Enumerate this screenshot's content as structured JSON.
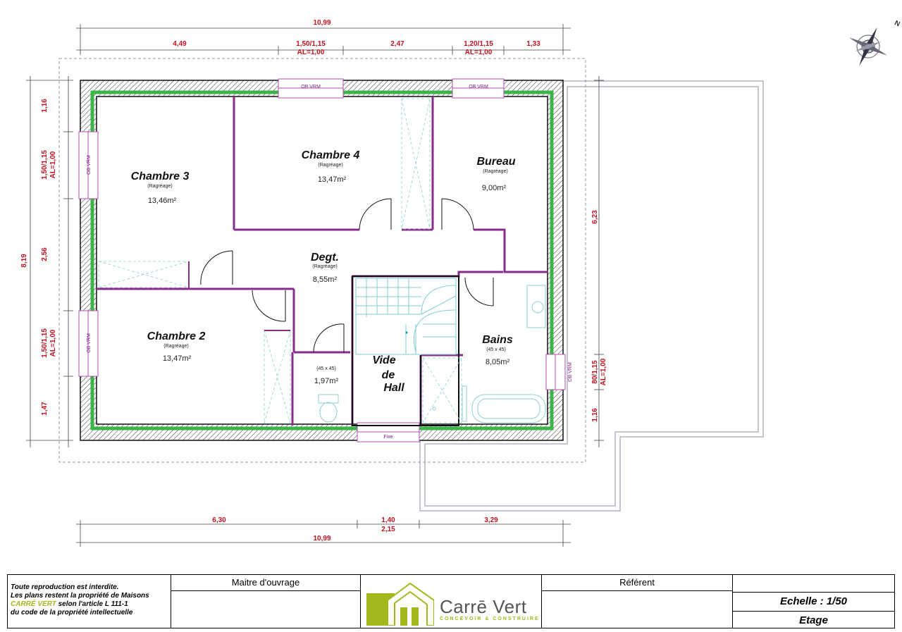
{
  "dimensions": {
    "top_total": "10,99",
    "top_segments": [
      "4,49",
      "1,50/1,15",
      "2,47",
      "1,20/1,15",
      "1,33"
    ],
    "top_al": [
      "AL=1,00",
      "AL=1,00"
    ],
    "left_total": "8,19",
    "left_segments": [
      "1,16",
      "1,50/1,15",
      "2,56",
      "1,50/1,15",
      "1,47"
    ],
    "left_al": [
      "AL=1,00",
      "AL=1,00"
    ],
    "right_segments": [
      "6,23",
      "80/1,15",
      "1,16"
    ],
    "right_al": "AL=1,00",
    "bottom_segments": [
      "6,30",
      "1,40",
      "3,29"
    ],
    "bottom_sub": "2,15",
    "bottom_total": "10,99"
  },
  "rooms": {
    "chambre3": {
      "name": "Chambre 3",
      "finish": "(Ragréage)",
      "area": "13,46m²"
    },
    "chambre4": {
      "name": "Chambre 4",
      "finish": "(Ragréage)",
      "area": "13,47m²"
    },
    "bureau": {
      "name": "Bureau",
      "finish": "(Ragréage)",
      "area": "9,00m²"
    },
    "degt": {
      "name": "Degt.",
      "finish": "(Ragréage)",
      "area": "8,55m²"
    },
    "chambre2": {
      "name": "Chambre 2",
      "finish": "(Ragréage)",
      "area": "13,47m²"
    },
    "wc": {
      "size": "(45 x 45)",
      "area": "1,97m²"
    },
    "vide": {
      "line1": "Vide",
      "line2": "de",
      "line3": "Hall"
    },
    "bains": {
      "name": "Bains",
      "size": "(45 x 45)",
      "area": "8,05m²"
    }
  },
  "windows": {
    "ob_vrm": "OB VRM",
    "fixe": "Fixe"
  },
  "compass": {
    "n": "N"
  },
  "title_block": {
    "notice_line1": "Toute reproduction est interdite.",
    "notice_line2": "Les plans restent la propriété de Maisons",
    "notice_brand": "CARRÉ VERT",
    "notice_line3_rest": " selon l'article L 111-1",
    "notice_line4": "du code de la propriété intellectuelle",
    "maitre": "Maitre d'ouvrage",
    "logo_name": "Carrē Vert",
    "logo_tagline": "CONCEVOIR & CONSTRUIRE",
    "referent": "Référent",
    "echelle": "Echelle : 1/50",
    "niveau": "Etage"
  },
  "colors": {
    "wall": "#222222",
    "insulation": "#3bb54a",
    "partition": "#8a2c8a",
    "dimension": "#c1121f",
    "brand": "#a3b81c"
  }
}
